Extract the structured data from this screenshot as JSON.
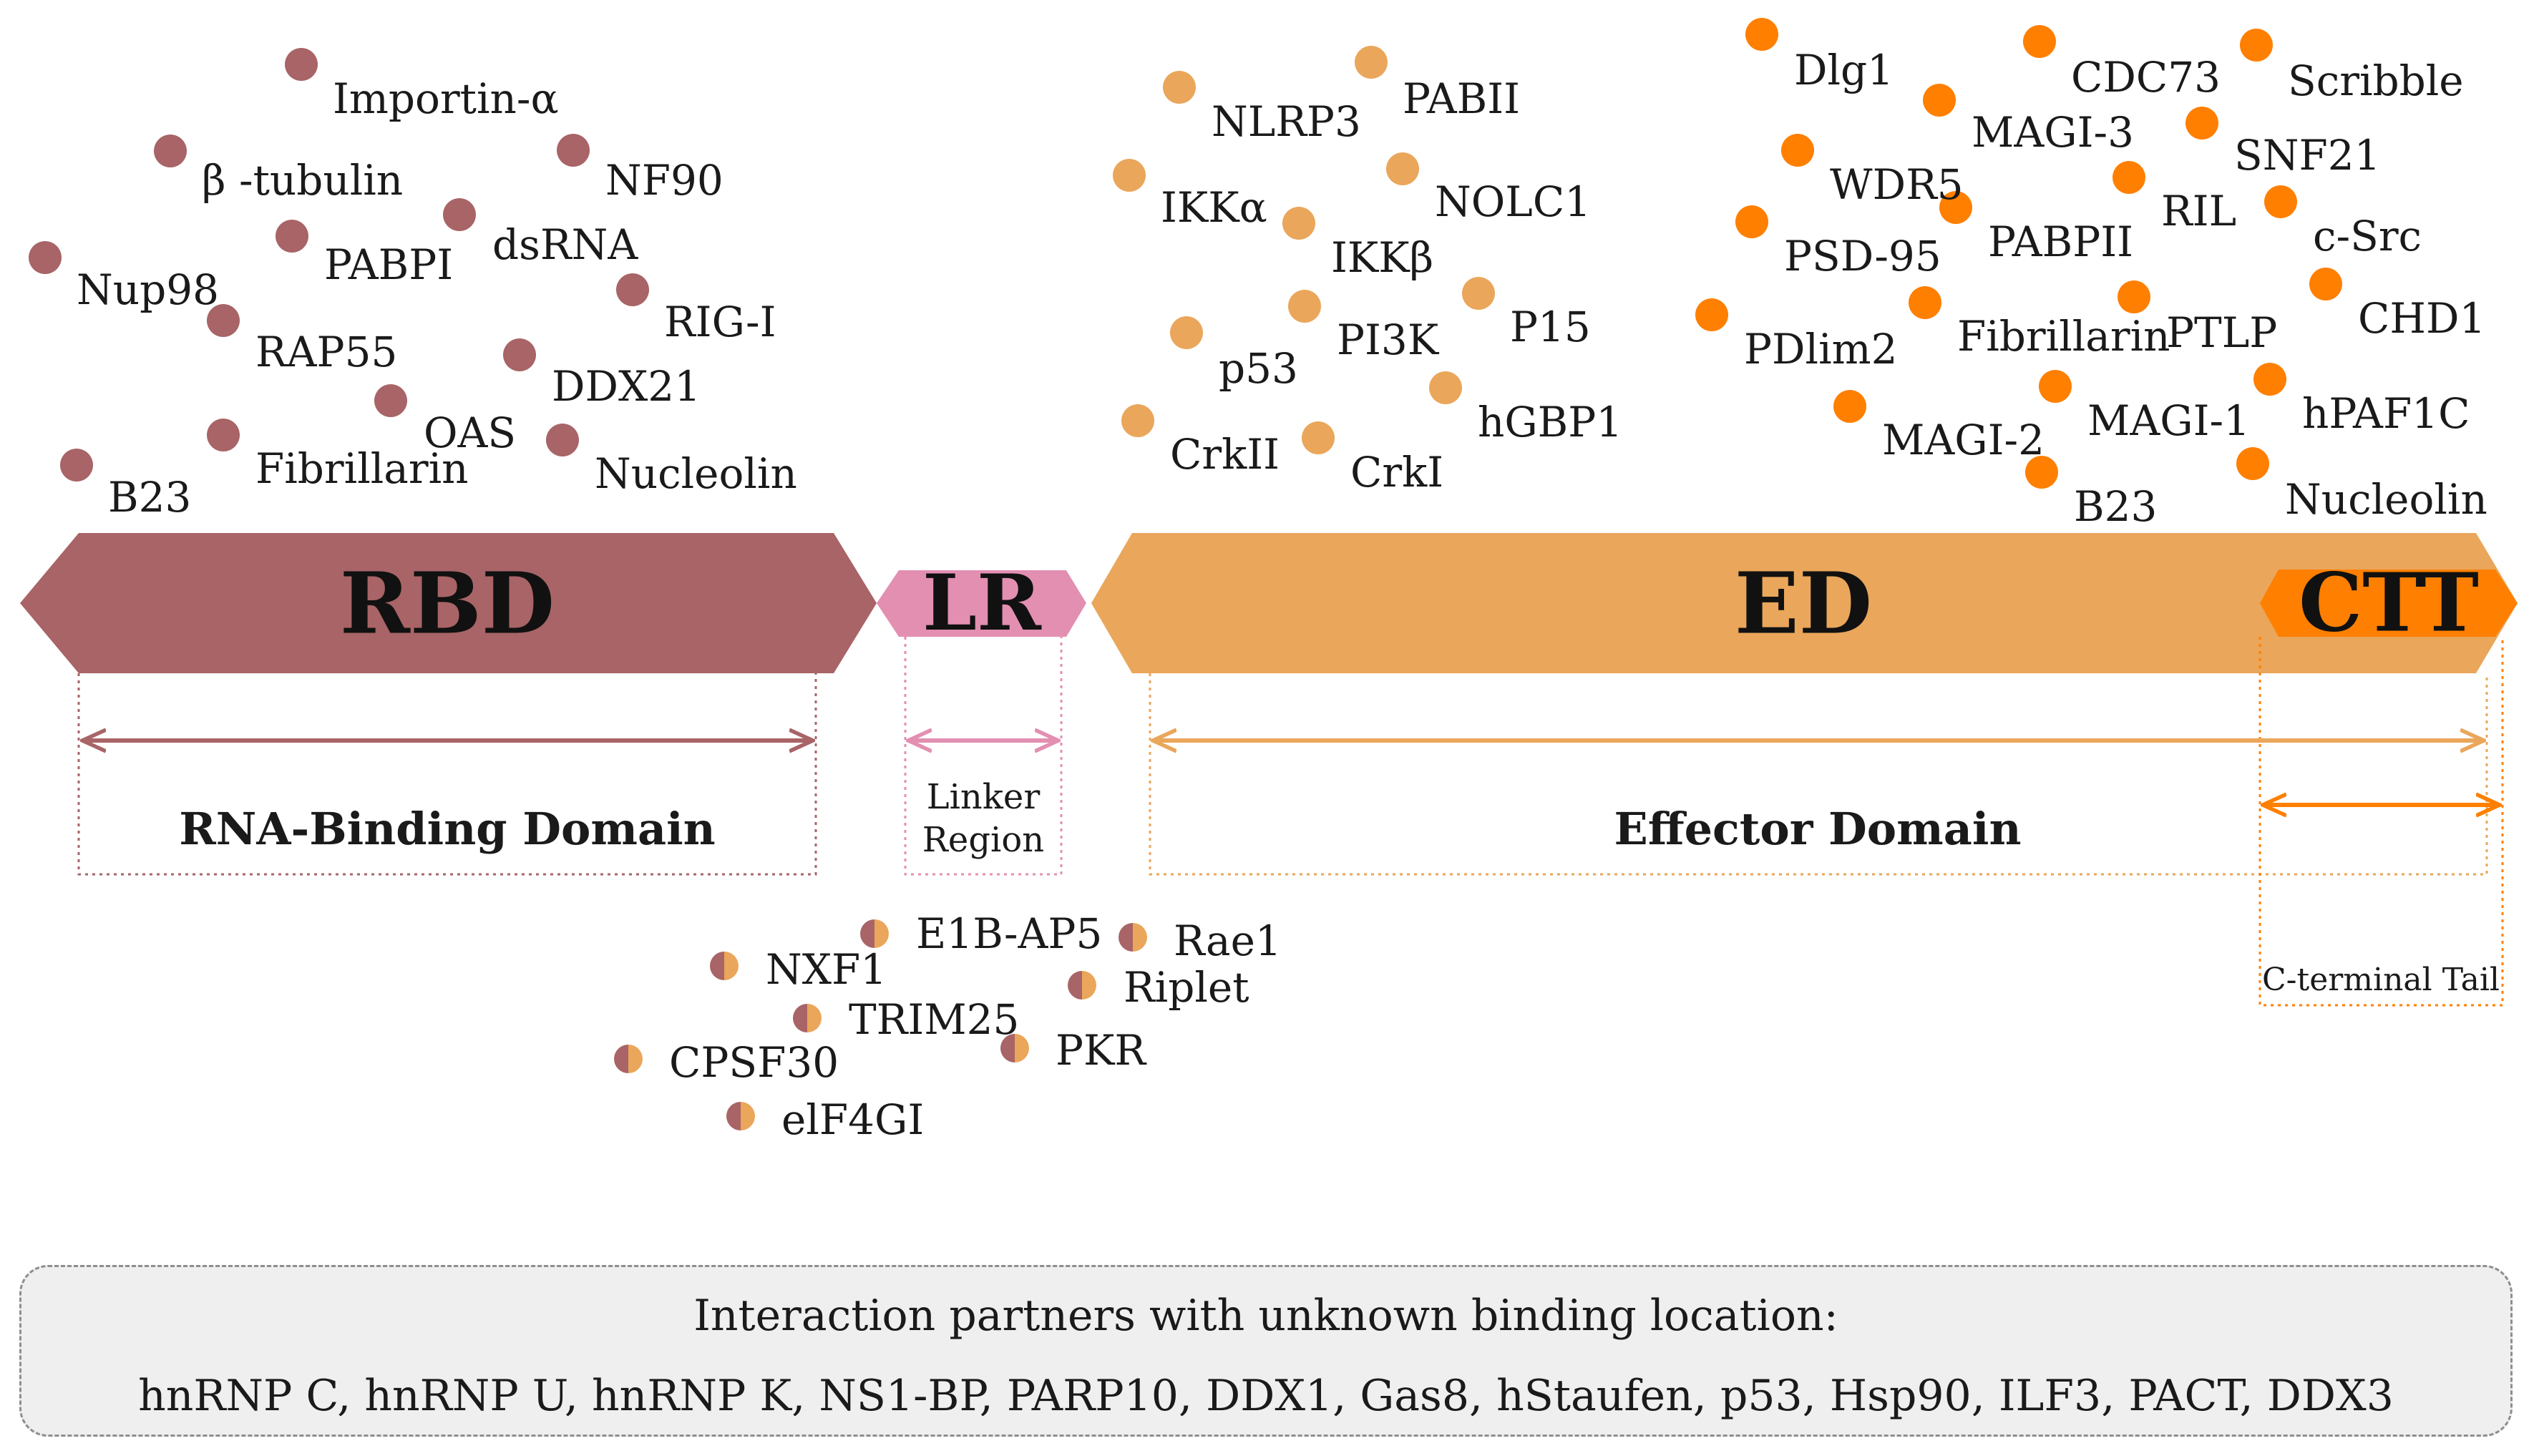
{
  "domains": [
    {
      "id": "rbd",
      "label": "RBD",
      "description": "RNA-Binding Domain",
      "color": "#a86466"
    },
    {
      "id": "lr",
      "label": "LR",
      "description": "Linker Region",
      "description_lines": [
        "Linker",
        "Region"
      ],
      "color": "#e38fb2"
    },
    {
      "id": "ed",
      "label": "ED",
      "description": "Effector Domain",
      "color": "#eaa65a"
    },
    {
      "id": "ctt",
      "label": "CTT",
      "description": "C-terminal Tail",
      "color": "#ff7f00"
    }
  ],
  "partners": {
    "rbd": [
      "Importin-α",
      "β -tubulin",
      "NF90",
      "dsRNA",
      "PABPI",
      "Nup98",
      "RIG-I",
      "RAP55",
      "DDX21",
      "OAS",
      "Fibrillarin",
      "Nucleolin",
      "B23"
    ],
    "ed": [
      "PABII",
      "NLRP3",
      "IKKα",
      "NOLC1",
      "IKKβ",
      "P15",
      "PI3K",
      "p53",
      "hGBP1",
      "CrkII",
      "CrkI"
    ],
    "ctt": [
      "Dlg1",
      "CDC73",
      "Scribble",
      "MAGI-3",
      "SNF21",
      "WDR5",
      "RIL",
      "PABPII",
      "c-Src",
      "PSD-95",
      "CHD1",
      "Fibrillarin",
      "PTLP",
      "PDlim2",
      "MAGI-2",
      "MAGI-1",
      "hPAF1C",
      "B23",
      "Nucleolin"
    ],
    "rbd_ed": [
      "E1B-AP5",
      "Rae1",
      "NXF1",
      "Riplet",
      "TRIM25",
      "CPSF30",
      "PKR",
      "elF4GI"
    ]
  },
  "unknown": {
    "title": "Interaction partners with unknown binding location:",
    "list": "hnRNP C, hnRNP U, hnRNP K, NS1-BP, PARP10, DDX1, Gas8, hStaufen, p53, Hsp90, ILF3, PACT, DDX3"
  }
}
